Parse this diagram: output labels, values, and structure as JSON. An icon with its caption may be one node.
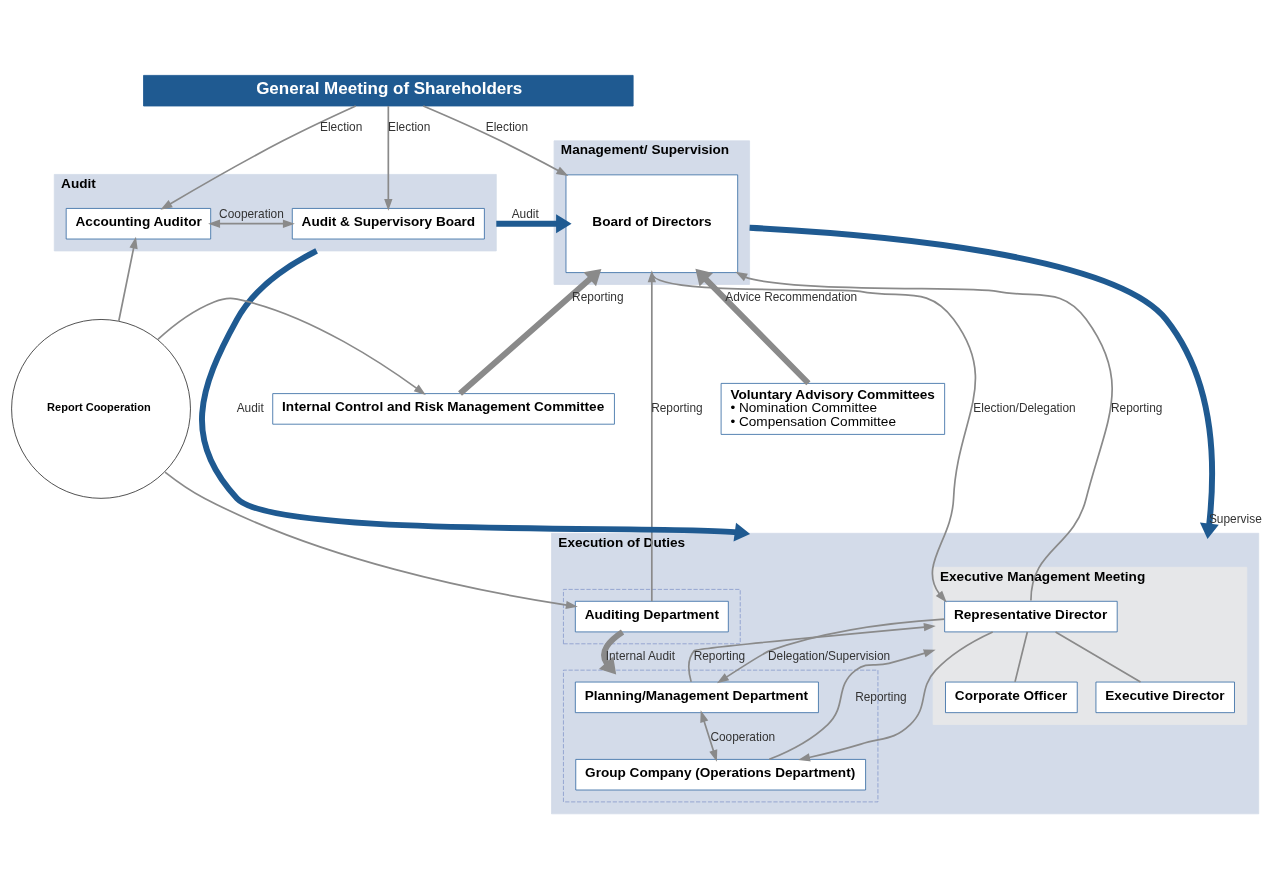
{
  "diagram": {
    "nodes": [
      {
        "text": [
          "General Meeting of Shareholders"
        ]
      },
      {
        "text": [
          "Management/ Supervision"
        ]
      },
      {
        "text": [
          "Board of Directors"
        ],
        "in": 1
      },
      {
        "text": [
          "Audit"
        ]
      },
      {
        "text": [
          "Audit & Supervisory Board"
        ],
        "in": 3
      },
      {
        "text": [
          "Accounting Auditor"
        ],
        "in": 3
      },
      {
        "text": [
          "Voluntary Advisory Committees",
          "• Nomination Committee",
          "• Compensation Committee"
        ]
      },
      {
        "text": [
          "Internal Control and Risk Management Committee"
        ]
      },
      {
        "text": [
          "Report Cooperation"
        ]
      },
      {
        "text": [
          "Execution of Duties"
        ]
      },
      {
        "text": [
          "Executive Management Meeting"
        ],
        "in": 9
      },
      {
        "text": [
          "Representative Director"
        ],
        "in": 10
      },
      {
        "text": [
          "Executive Director"
        ],
        "in": 10
      },
      {
        "text": [
          "Corporate Officer"
        ],
        "in": 10
      },
      {
        "text": [],
        "shape": "box",
        "in": 9
      },
      {
        "text": [
          "Auditing Department"
        ],
        "in": 14
      },
      {
        "text": [],
        "shape": "box",
        "in": 9
      },
      {
        "text": [
          "Planning/Management Department"
        ],
        "in": 16
      },
      {
        "text": [
          "Group Company (Operations Department)"
        ],
        "in": 16
      }
    ],
    "edges": [
      {
        "from": 0,
        "to": 2,
        "arrow": "to",
        "label": "Election"
      },
      {
        "from": 0,
        "to": 4,
        "arrow": "to",
        "label": "Election"
      },
      {
        "from": 0,
        "to": 5,
        "arrow": "to",
        "label": "Election"
      },
      {
        "from": 4,
        "to": 5,
        "arrow": "both",
        "label": "Cooperation"
      },
      {
        "from": 3,
        "to": 2,
        "arrow": "to",
        "label": "Audit",
        "style": "thick",
        "color": "#1f5a91"
      },
      {
        "from": 6,
        "to": 2,
        "arrow": "to",
        "label": "Advice Recommendation",
        "style": "thick"
      },
      {
        "from": 7,
        "to": 2,
        "arrow": "to",
        "label": "Reporting",
        "style": "thick"
      },
      {
        "from": 8,
        "to": 5,
        "arrow": "to"
      },
      {
        "from": 8,
        "to": 7,
        "arrow": "to"
      },
      {
        "from": 8,
        "to": 15,
        "arrow": "to"
      },
      {
        "from": 3,
        "to": 9,
        "arrow": "to",
        "label": "Audit",
        "style": "thick",
        "color": "#1f5a91"
      },
      {
        "from": 15,
        "to": 2,
        "arrow": "to",
        "label": "Reporting"
      },
      {
        "from": 1,
        "to": 9,
        "arrow": "to",
        "label": "Supervise",
        "style": "thick",
        "color": "#1f5a91"
      },
      {
        "from": 11,
        "to": 2,
        "arrow": "to",
        "label": "Reporting"
      },
      {
        "from": 2,
        "to": 11,
        "arrow": "to",
        "label": "Election/Delegation"
      },
      {
        "from": 11,
        "to": 12,
        "arrow": "none"
      },
      {
        "from": 11,
        "to": 13,
        "arrow": "none"
      },
      {
        "from": 11,
        "to": 17,
        "arrow": "to",
        "label": "Delegation/Supervision"
      },
      {
        "from": 11,
        "to": 18,
        "arrow": "to"
      },
      {
        "from": 17,
        "to": 10,
        "arrow": "to",
        "label": "Reporting"
      },
      {
        "from": 18,
        "to": 10,
        "arrow": "to",
        "label": "Reporting"
      },
      {
        "from": 17,
        "to": 18,
        "arrow": "both",
        "label": "Cooperation"
      },
      {
        "from": 15,
        "to": 16,
        "arrow": "to",
        "label": "Internal Audit",
        "style": "thick"
      }
    ]
  }
}
